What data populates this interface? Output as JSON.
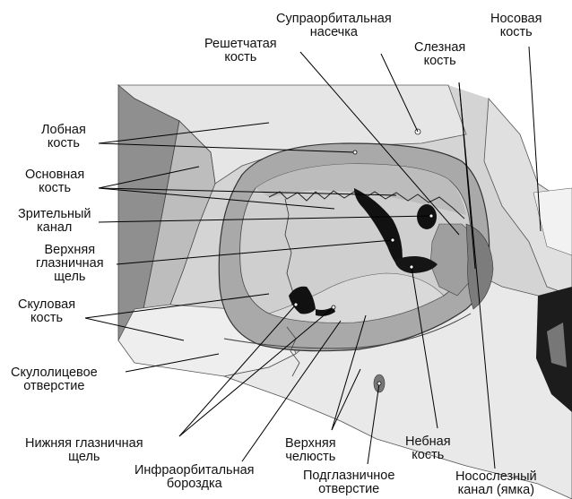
{
  "labels": {
    "supraorbital_notch": [
      "Супраорбитальная",
      "насечка"
    ],
    "ethmoid": [
      "Решетчатая",
      "кость"
    ],
    "nasal": [
      "Носовая",
      "кость"
    ],
    "lacrimal": [
      "Слезная",
      "кость"
    ],
    "frontal": [
      "Лобная",
      "кость"
    ],
    "sphenoid": [
      "Основная",
      "кость"
    ],
    "optic_canal": [
      "Зрительный",
      "канал"
    ],
    "superior_fissure": [
      "Верхняя",
      "глазничная",
      "щель"
    ],
    "zygomatic": [
      "Скуловая",
      "кость"
    ],
    "zygomaticofacial": [
      "Скулолицевое",
      "отверстие"
    ],
    "inferior_fissure": [
      "Нижняя глазничная",
      "щель"
    ],
    "infraorbital_groove": [
      "Инфраорбитальная",
      "бороздка"
    ],
    "maxilla": [
      "Верхняя",
      "челюсть"
    ],
    "infraorbital_foramen": [
      "Подглазничное",
      "отверстие"
    ],
    "palatine": [
      "Небная",
      "кость"
    ],
    "nasolacrimal": [
      "Носослезный",
      "канал (ямка)"
    ]
  },
  "colors": {
    "bone_light": "#f1f1f1",
    "bone_mid": "#c9c9c9",
    "bone_dark": "#8d8d8d",
    "cavity": "#1a1a1a",
    "line": "#000000"
  }
}
